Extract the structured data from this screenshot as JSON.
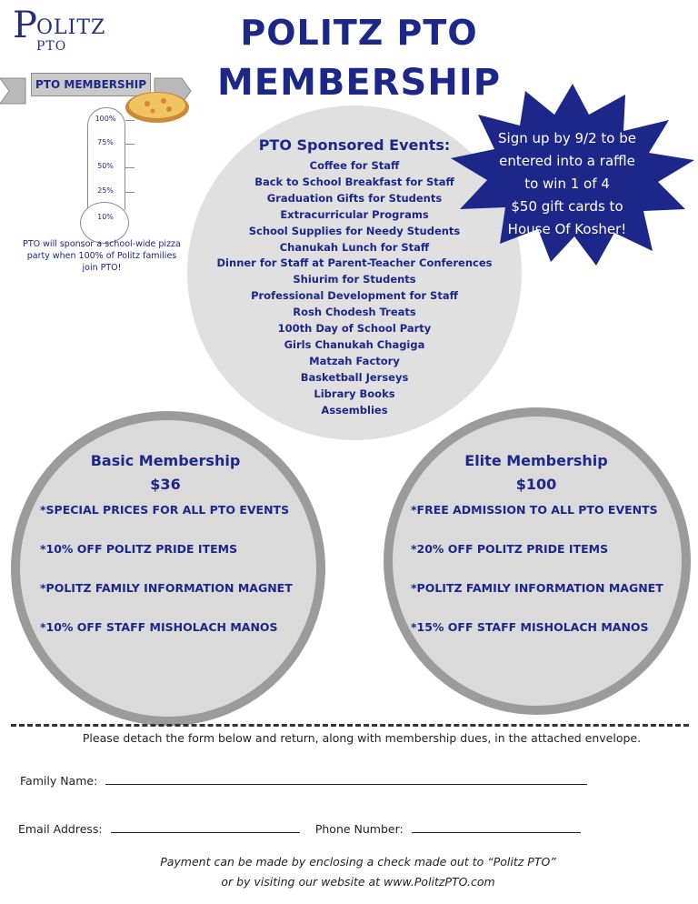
{
  "logo": {
    "big_letter": "P",
    "upper": "OLITZ",
    "lower": "PTO"
  },
  "title": {
    "line1": "POLITZ PTO",
    "line2": "MEMBERSHIP"
  },
  "banner": {
    "label": "PTO MEMBERSHIP"
  },
  "thermometer": {
    "ticks": [
      "100%",
      "75%",
      "50%",
      "25%",
      "10%"
    ]
  },
  "pizza_note": "PTO will sponsor a school-wide pizza party when 100% of Politz families join PTO!",
  "events": {
    "title": "PTO Sponsored Events:",
    "items": [
      "Coffee for Staff",
      "Back to School Breakfast for Staff",
      "Graduation Gifts for Students",
      "Extracurricular Programs",
      "School Supplies for Needy Students",
      "Chanukah Lunch  for Staff",
      "Dinner for Staff at Parent-Teacher Conferences",
      "Shiurim for Students",
      "Professional Development for Staff",
      "Rosh Chodesh Treats",
      "100th Day of School Party",
      "Girls Chanukah Chagiga",
      "Matzah Factory",
      "Basketball Jerseys",
      "Library Books",
      "Assemblies"
    ]
  },
  "raffle": {
    "lines": [
      "Sign up by 9/2 to be",
      "entered into a raffle",
      "to win 1 of 4",
      "$50 gift cards to",
      "House Of Kosher!"
    ]
  },
  "basic": {
    "title": "Basic Membership",
    "price": "$36",
    "items": [
      "*SPECIAL PRICES FOR ALL PTO EVENTS",
      "*10% OFF POLITZ PRIDE ITEMS",
      "*POLITZ FAMILY INFORMATION MAGNET",
      "*10% OFF STAFF MISHOLACH MANOS"
    ]
  },
  "elite": {
    "title": "Elite Membership",
    "price": "$100",
    "items": [
      "*FREE ADMISSION TO ALL PTO EVENTS",
      "*20% OFF POLITZ PRIDE ITEMS",
      "*POLITZ FAMILY INFORMATION MAGNET",
      "*15% OFF STAFF MISHOLACH MANOS"
    ]
  },
  "form": {
    "detach": "Please detach the form below and return, along with membership dues, in the attached envelope.",
    "family_name_label": "Family Name:",
    "email_label": "Email Address:",
    "phone_label": "Phone Number:",
    "payment_line1": "Payment can be made by enclosing a check made out to “Politz PTO”",
    "payment_line2": "or by visiting our website at www.PolitzPTO.com"
  },
  "colors": {
    "navy": "#1c2789",
    "circle_gray": "#dddddd",
    "border_gray": "#9b9b9b"
  }
}
